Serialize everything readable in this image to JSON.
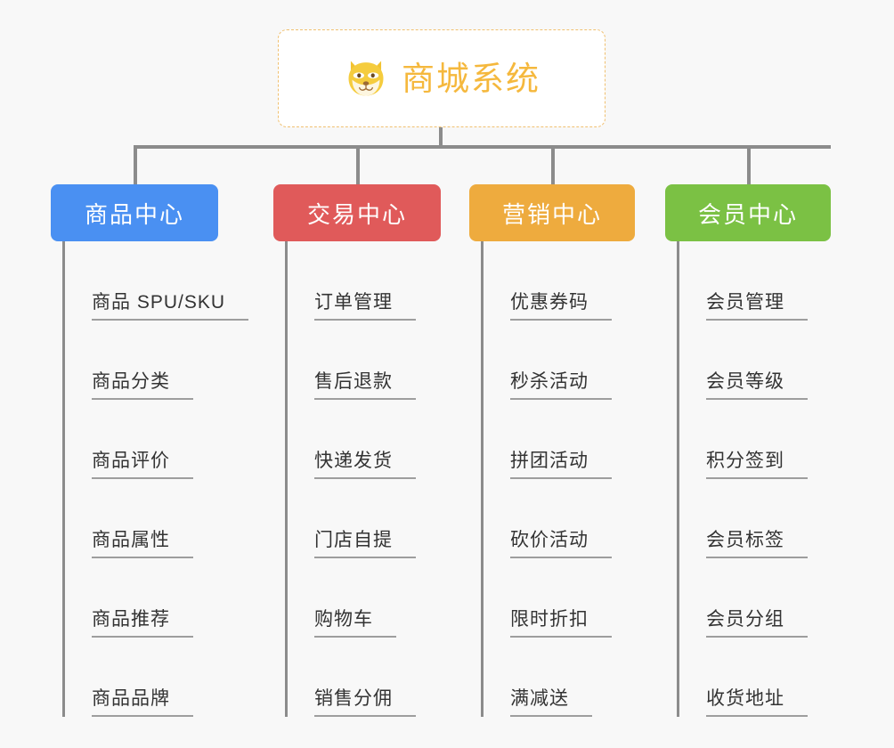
{
  "page": {
    "background_color": "#f8f8f8",
    "type": "mindmap"
  },
  "root": {
    "title": "商城系统",
    "icon": "shiba-dog-face-icon",
    "text_color": "#f5b83d",
    "border_color": "#f0c070"
  },
  "columns": [
    {
      "title": "商品中心",
      "color": "#4a90f2",
      "items": [
        "商品 SPU/SKU",
        "商品分类",
        "商品评价",
        "商品属性",
        "商品推荐",
        "商品品牌"
      ]
    },
    {
      "title": "交易中心",
      "color": "#e05a5a",
      "items": [
        "订单管理",
        "售后退款",
        "快递发货",
        "门店自提",
        "购物车",
        "销售分佣"
      ]
    },
    {
      "title": "营销中心",
      "color": "#eeab3e",
      "items": [
        "优惠券码",
        "秒杀活动",
        "拼团活动",
        "砍价活动",
        "限时折扣",
        "满减送"
      ]
    },
    {
      "title": "会员中心",
      "color": "#7bc144",
      "items": [
        "会员管理",
        "会员等级",
        "积分签到",
        "会员标签",
        "会员分组",
        "收货地址"
      ]
    }
  ]
}
